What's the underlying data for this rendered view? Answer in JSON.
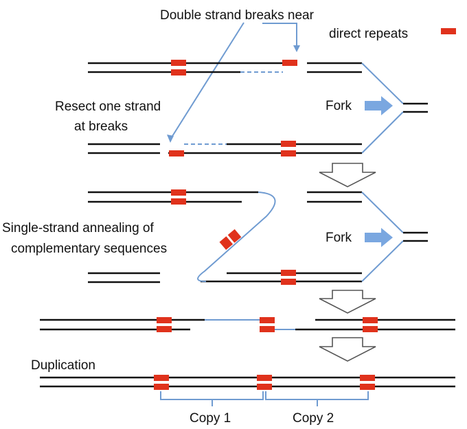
{
  "labels": {
    "breaks_title": "Double strand breaks near",
    "repeats_title": "direct repeats",
    "resect_line1": "Resect one strand",
    "resect_line2": "at breaks",
    "fork_top": "Fork",
    "annealing_line1": "Single-strand annealing of",
    "annealing_line2": "complementary sequences",
    "fork_middle": "Fork",
    "duplication": "Duplication",
    "copy1": "Copy 1",
    "copy2": "Copy 2"
  },
  "colors": {
    "strand": "#111111",
    "new_strand": "#6f9bd1",
    "repeat": "#e0321c",
    "arrow_blue": "#7aa7e0",
    "hollow_arrow_stroke": "#555555"
  }
}
